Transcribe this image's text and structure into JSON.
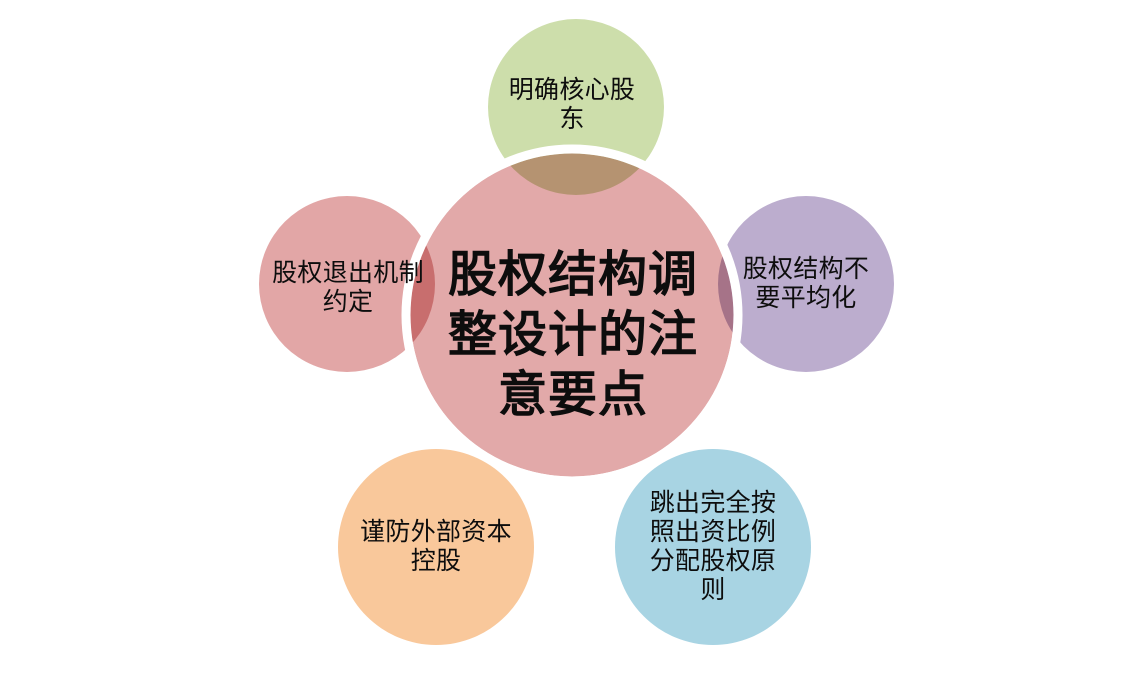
{
  "diagram": {
    "type": "radial-petal-venn",
    "background_color": "#FFFFFF",
    "center": {
      "id": "center-node",
      "label": "股权结构调整设计的注意要点",
      "fill_color": "#E2A9A9",
      "stroke_color": "#FFFFFF",
      "text_color": "#0D0D0D"
    },
    "satellites": [
      {
        "id": "node-top",
        "position": "top",
        "label": "明确核心股东",
        "fill_color": "#CDDEAB",
        "text_color": "#0D0D0D"
      },
      {
        "id": "node-right",
        "position": "right",
        "label": "股权结构不要平均化",
        "fill_color": "#BCADCE",
        "text_color": "#0D0D0D"
      },
      {
        "id": "node-bottom-right",
        "position": "bottom-right",
        "label": "跳出完全按照出资比例分配股权原则",
        "fill_color": "#A8D4E3",
        "text_color": "#0D0D0D"
      },
      {
        "id": "node-bottom-left",
        "position": "bottom-left",
        "label": "谨防外部资本控股",
        "fill_color": "#F9C89B",
        "text_color": "#0D0D0D"
      },
      {
        "id": "node-left",
        "position": "left",
        "label": "股权退出机制约定",
        "fill_color": "#E2A6A6",
        "text_color": "#0D0D0D"
      }
    ],
    "overlap_blend": "multiply"
  }
}
